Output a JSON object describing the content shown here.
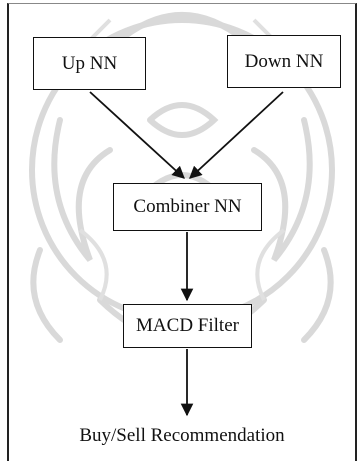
{
  "diagram": {
    "nodes": {
      "up": "Up NN",
      "down": "Down NN",
      "combiner": "Combiner NN",
      "macd": "MACD Filter"
    },
    "output": "Buy/Sell Recommendation"
  }
}
